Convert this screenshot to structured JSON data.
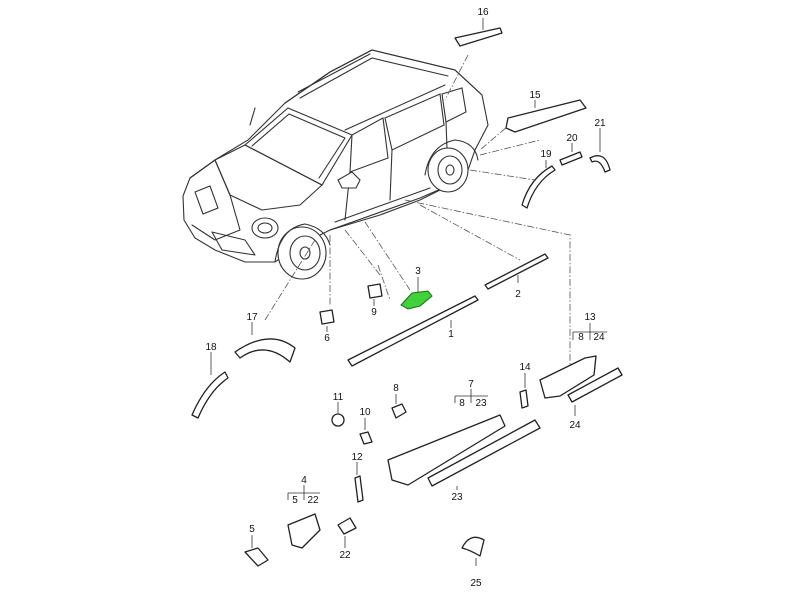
{
  "labels": {
    "p1": "1",
    "p2": "2",
    "p3": "3",
    "p4": "4",
    "p5": "5",
    "p6": "6",
    "p7": "7",
    "p8": "8",
    "p9": "9",
    "p10": "10",
    "p11": "11",
    "p12": "12",
    "p13": "13",
    "p14": "14",
    "p15": "15",
    "p16": "16",
    "p17": "17",
    "p18": "18",
    "p19": "19",
    "p20": "20",
    "p21": "21",
    "p22": "22",
    "p23": "23",
    "p24": "24",
    "p25": "25"
  },
  "sub_labels": {
    "g4_a": "5",
    "g4_b": "22",
    "g7_a": "8",
    "g7_b": "23",
    "g13_a": "8",
    "g13_b": "24"
  },
  "colors": {
    "highlight": "#3fd23a",
    "line": "#222222"
  }
}
